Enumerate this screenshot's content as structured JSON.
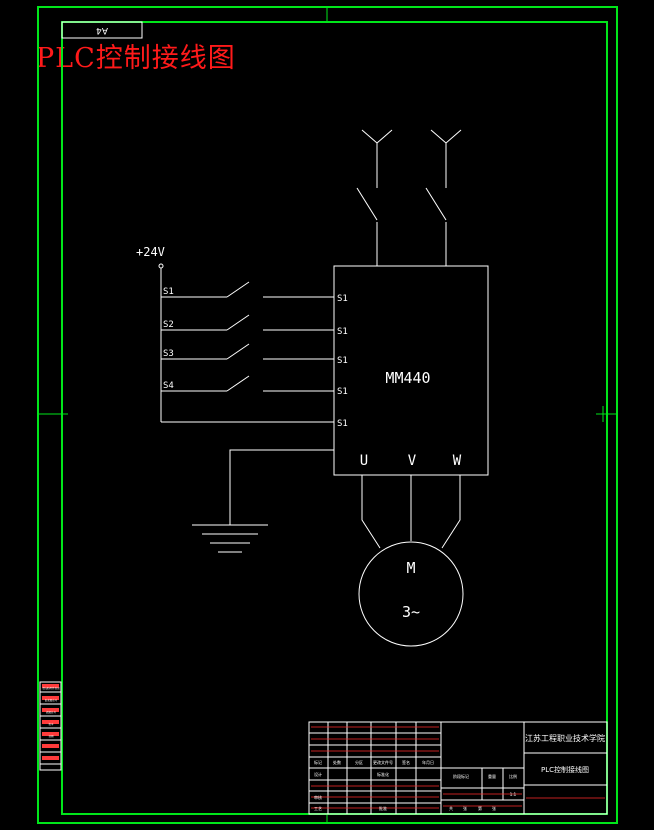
{
  "title": "PLC控制接线图",
  "zone_label": "A4",
  "supply_label": "+24V",
  "switch_labels": [
    "S1",
    "S2",
    "S3",
    "S4"
  ],
  "terminal_labels": [
    "S1",
    "S1",
    "S1",
    "S1",
    "S1"
  ],
  "inverter_label": "MM440",
  "phase_labels": [
    "U",
    "V",
    "W"
  ],
  "motor_label": "M",
  "motor_phase_label": "3~",
  "title_block": {
    "school": "江苏工程职业技术学院",
    "drawing_name": "PLC控制接线图",
    "header_cells": [
      "标记",
      "处数",
      "分区",
      "更改文件号",
      "签名",
      "年月日"
    ],
    "row_design": "设计",
    "row_standard": "标准化",
    "row_check": "审核",
    "row_process": "工艺",
    "row_approve": "批准",
    "stage_label": "阶段标记",
    "weight_label": "重量",
    "scale_label": "比例",
    "scale_value": "1:1",
    "sheet_cells": [
      "共",
      "张",
      "第",
      "张"
    ]
  },
  "side_stamp_labels": [
    "借(通)用件登记",
    "旧底图总号",
    "底图总号",
    "签字",
    "日期"
  ]
}
